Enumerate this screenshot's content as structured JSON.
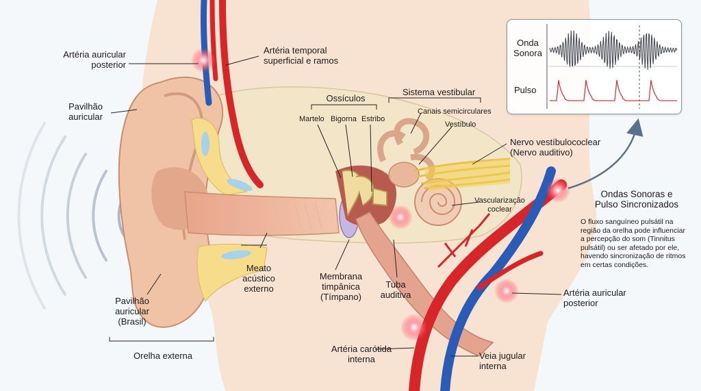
{
  "labels": {
    "arteria_auricular_posterior_top": "Artéria auricular\nposterior",
    "arteria_temporal": "Artéria temporal\nsuperficial e ramos",
    "pavilhao_auricular_top": "Pavilhão\nauricular",
    "ossiculos": "Ossículos",
    "martelo": "Martelo",
    "bigorna": "Bigorna",
    "estribo": "Estribo",
    "sistema_vestibular": "Sistema vestibular",
    "canais_semicirculares": "Canais semicirculares",
    "vestibulo": "Vestíbulo",
    "nervo": "Nervo vestíbulococlear\n(Nervo auditivo)",
    "vascularizacao": "Vascularização\ncoclear",
    "meato": "Meato\nacústico\nexterno",
    "membrana": "Membrana\ntimpânica\n(Tímpano)",
    "tuba": "Tuba\nauditiva",
    "pavilhao_brasil": "Pavilhão\nauricular\n(Brasil)",
    "orelha_externa": "Orelha externa",
    "arteria_carotida": "Artéria carótida\ninterna",
    "veia_jugular": "Veia jugular\ninterna",
    "arteria_auricular_posterior_bottom": "Artéria auricular\nposterior"
  },
  "inset": {
    "onda_label": "Onda\nSonora",
    "pulso_label": "Pulso"
  },
  "sync": {
    "title": "Ondas Sonoras e\nPulso Sincronizados",
    "description": "O fluxo sanguíneo pulsátil na\nregião da orelha pode influenciar\na percepção do som (Tinnitus\npulsátil) ou ser afetado por ele,\nhavendo sincronização de ritmos\nem certas condições."
  },
  "colors": {
    "artery": "#d6262a",
    "vein": "#2a5bb5",
    "skin": "#f0c3a6",
    "bone": "#f3e6c8",
    "nerve": "#f2cf55",
    "inset_wave": "#3a3f47",
    "inset_pulse": "#d23a3a"
  }
}
